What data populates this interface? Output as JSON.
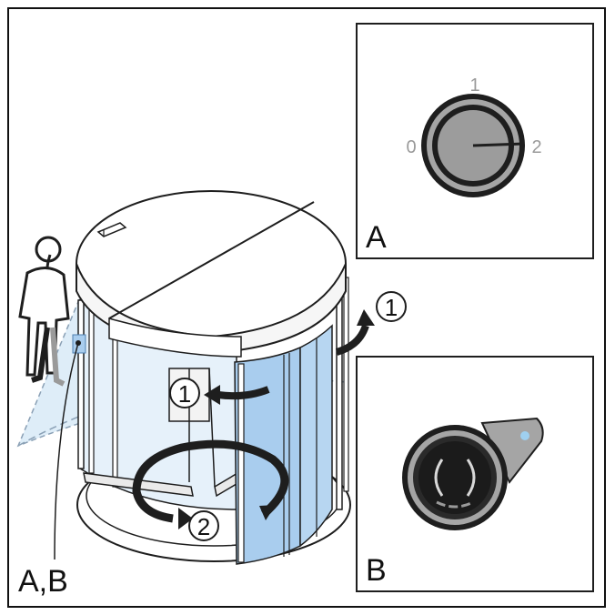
{
  "main_label": "A,B",
  "steps": {
    "door_step": "1",
    "inner_step": "1",
    "rotate_step": "2"
  },
  "panel_a": {
    "label": "A",
    "dial_labels": {
      "left": "0",
      "top": "1",
      "right": "2"
    }
  },
  "panel_b": {
    "label": "B"
  },
  "colors": {
    "glass": "#a9cdee",
    "glass_light": "#deedf8",
    "dark": "#1e1e1e",
    "grey": "#9a9a9a",
    "led": "#9fd0f0"
  },
  "icons": [
    "person-icon",
    "sensor-icon",
    "key-switch-icon",
    "push-button-icon",
    "arrow-icon"
  ]
}
